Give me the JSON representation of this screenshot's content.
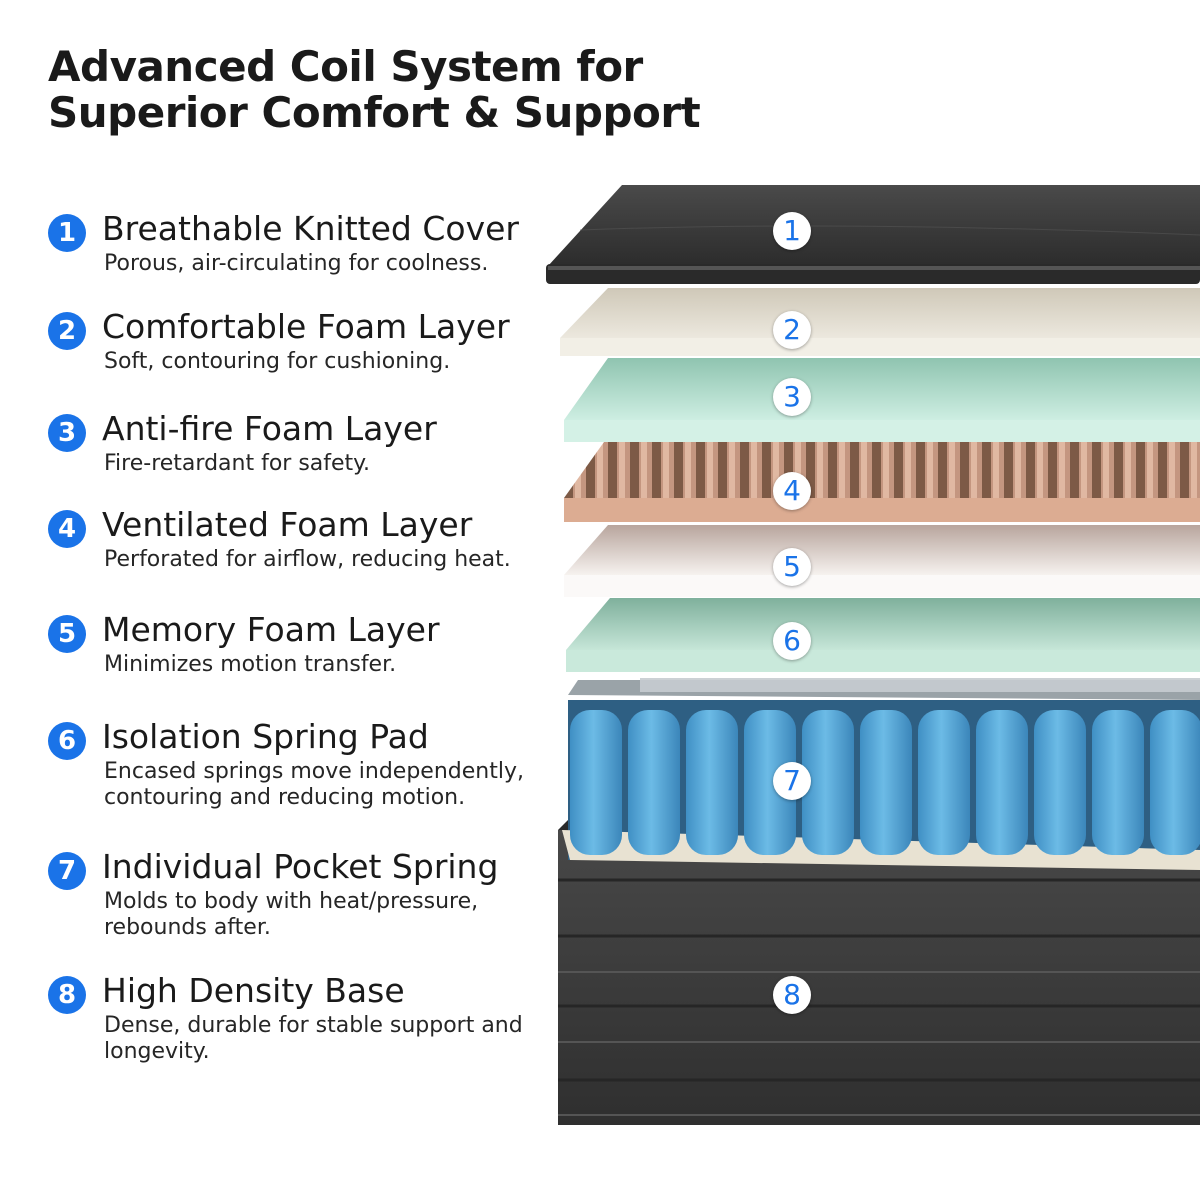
{
  "title": {
    "line1": "Advanced Coil System for",
    "line2": "Superior Comfort & Support"
  },
  "features": [
    {
      "number": "1",
      "heading": "Breathable Knitted Cover",
      "description": "Porous, air-circulating for coolness."
    },
    {
      "number": "2",
      "heading": "Comfortable Foam Layer",
      "description": "Soft, contouring for cushioning."
    },
    {
      "number": "3",
      "heading": "Anti-fire Foam Layer",
      "description": "Fire-retardant for safety."
    },
    {
      "number": "4",
      "heading": "Ventilated Foam Layer",
      "description": "Perforated for airflow, reducing heat."
    },
    {
      "number": "5",
      "heading": "Memory Foam Layer",
      "description": "Minimizes motion transfer."
    },
    {
      "number": "6",
      "heading": "Isolation Spring Pad",
      "description": "Encased springs move independently, contouring and reducing motion."
    },
    {
      "number": "7",
      "heading": "Individual Pocket Spring",
      "description": "Molds to body with heat/pressure, rebounds after."
    },
    {
      "number": "8",
      "heading": "High Density Base",
      "description": "Dense, durable for stable support and longevity."
    }
  ],
  "diagram_markers": [
    "1",
    "2",
    "3",
    "4",
    "5",
    "6",
    "7",
    "8"
  ],
  "colors": {
    "badge_blue": "#1a73e8",
    "cover_dark": "#3a3a3a",
    "foam_beige": "#ddd7c9",
    "foam_mint": "#bfe6d9",
    "foam_peach": "#d9a78c",
    "foam_white": "#f1ece8",
    "foam_sage": "#b8dccd",
    "spring_blue": "#56a8d8",
    "base_dark": "#404040"
  }
}
